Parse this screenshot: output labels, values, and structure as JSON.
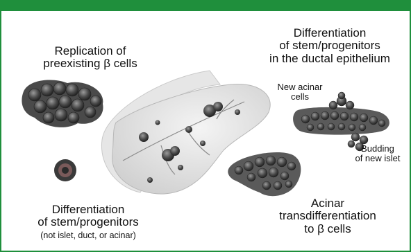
{
  "colors": {
    "frame": "#1f8f3c",
    "cells": "#3a3a3a",
    "pancreas": "#d9d9d9"
  },
  "labels": {
    "replication": [
      "Replication of",
      "preexisting β cells"
    ],
    "ductal": [
      "Differentiation",
      "of stem/progenitors",
      "in the ductal epithelium"
    ],
    "new_acinar": [
      "New acinar",
      "cells"
    ],
    "budding": [
      "Budding",
      "of new islet"
    ],
    "acinar_trans": [
      "Acinar",
      "transdifferentiation",
      "to β cells"
    ],
    "other_stem": [
      "Differentiation",
      "of stem/progenitors"
    ],
    "other_stem_note": "(not islet, duct, or acinar)"
  }
}
